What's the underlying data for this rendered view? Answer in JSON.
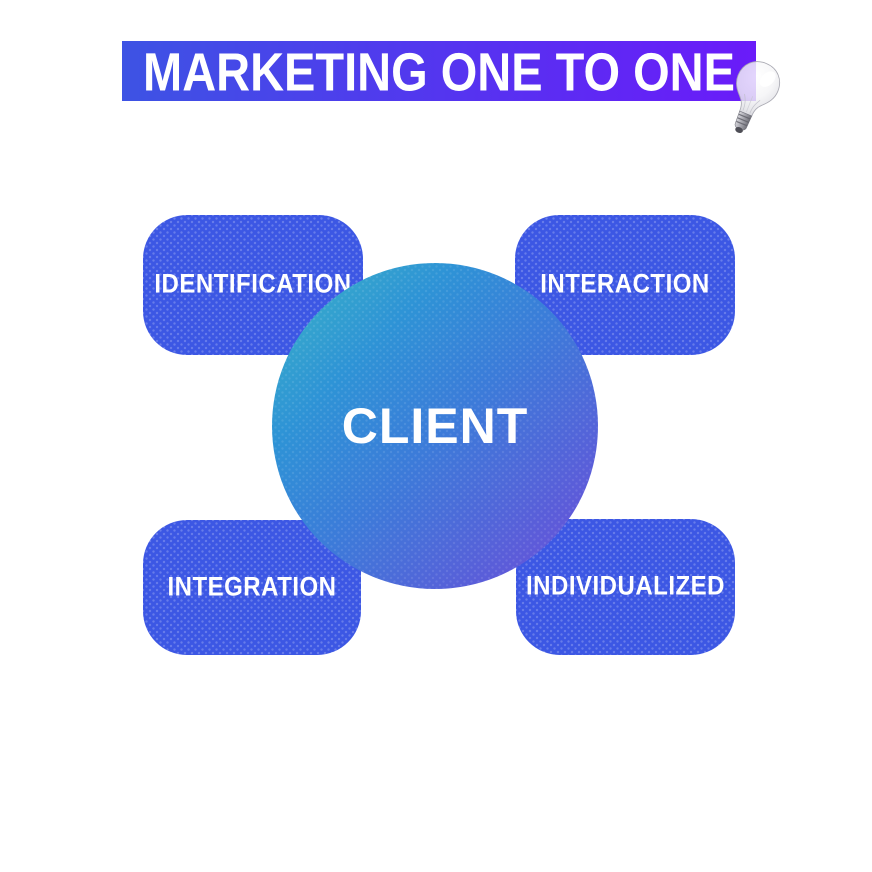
{
  "title": {
    "text": "MARKETING ONE TO ONE"
  },
  "center_node": {
    "label": "CLIENT"
  },
  "nodes": [
    {
      "label": "IDENTIFICATION",
      "position": "top-left"
    },
    {
      "label": "INTERACTION",
      "position": "top-right"
    },
    {
      "label": "INTEGRATION",
      "position": "bottom-left"
    },
    {
      "label": "INDIVIDUALIZED",
      "position": "bottom-right"
    }
  ],
  "icons": [
    {
      "name": "lightbulb-icon"
    }
  ],
  "colors": {
    "background": "#FFFFFF",
    "node_blue": "#3C57E4",
    "banner_gradient_start": "#3D53E4",
    "banner_gradient_end": "#6A1BF9",
    "circle_gradient_start": "#3BB5C5",
    "circle_gradient_mid": "#3C7BD9",
    "circle_gradient_end": "#6B4DD9",
    "text": "#FFFFFF"
  }
}
